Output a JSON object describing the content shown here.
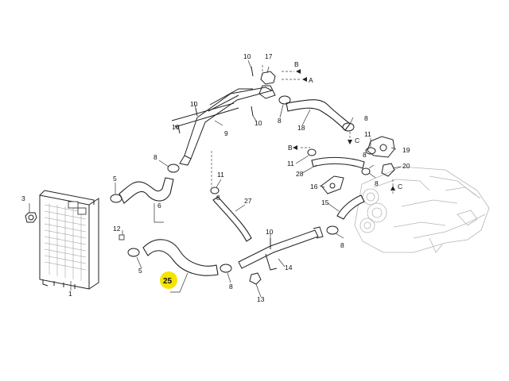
{
  "diagram": {
    "highlight": {
      "label": "25",
      "color": "#f5e400"
    },
    "callouts": [
      {
        "id": "c1",
        "label": "1"
      },
      {
        "id": "c3",
        "label": "3"
      },
      {
        "id": "c5a",
        "label": "5"
      },
      {
        "id": "c5b",
        "label": "5"
      },
      {
        "id": "c6",
        "label": "6"
      },
      {
        "id": "c8a",
        "label": "8"
      },
      {
        "id": "c8b",
        "label": "8"
      },
      {
        "id": "c8c",
        "label": "8"
      },
      {
        "id": "c8d",
        "label": "8"
      },
      {
        "id": "c8e",
        "label": "8"
      },
      {
        "id": "c8f",
        "label": "8"
      },
      {
        "id": "c8g",
        "label": "8"
      },
      {
        "id": "c8h",
        "label": "8"
      },
      {
        "id": "c9",
        "label": "9"
      },
      {
        "id": "c10a",
        "label": "10"
      },
      {
        "id": "c10b",
        "label": "10"
      },
      {
        "id": "c10c",
        "label": "10"
      },
      {
        "id": "c10d",
        "label": "10"
      },
      {
        "id": "c10e",
        "label": "10"
      },
      {
        "id": "c11a",
        "label": "11"
      },
      {
        "id": "c11b",
        "label": "11"
      },
      {
        "id": "c11c",
        "label": "11"
      },
      {
        "id": "c12",
        "label": "12"
      },
      {
        "id": "c13",
        "label": "13"
      },
      {
        "id": "c14",
        "label": "14"
      },
      {
        "id": "c15",
        "label": "15"
      },
      {
        "id": "c16",
        "label": "16"
      },
      {
        "id": "c17",
        "label": "17"
      },
      {
        "id": "c18",
        "label": "18"
      },
      {
        "id": "c19",
        "label": "19"
      },
      {
        "id": "c20",
        "label": "20"
      },
      {
        "id": "c27",
        "label": "27"
      },
      {
        "id": "c28",
        "label": "28"
      }
    ],
    "arrows": [
      {
        "id": "a1",
        "label": "B"
      },
      {
        "id": "a2",
        "label": "A"
      },
      {
        "id": "a3",
        "label": "C"
      },
      {
        "id": "a4",
        "label": "B"
      },
      {
        "id": "a5",
        "label": "C"
      }
    ]
  }
}
